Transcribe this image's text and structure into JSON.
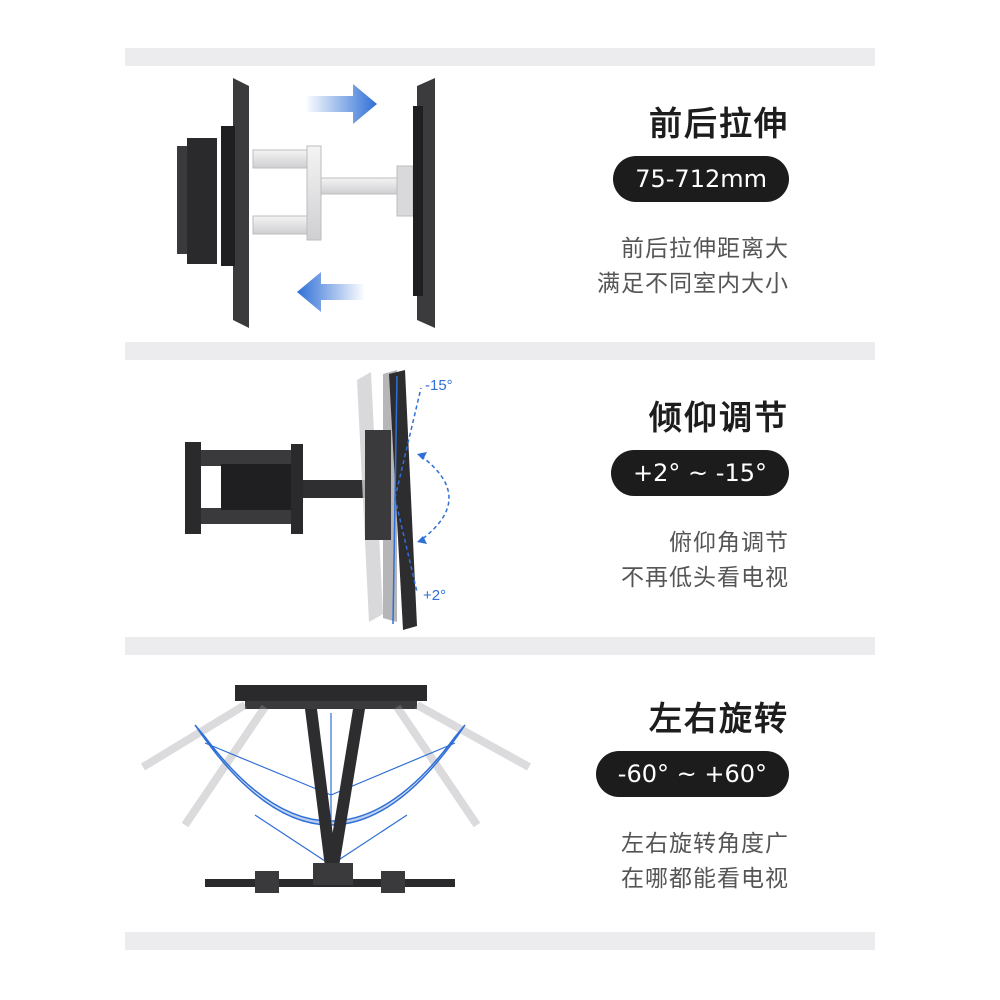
{
  "features": [
    {
      "title": "前后拉伸",
      "badge": "75-712mm",
      "desc_line1": "前后拉伸距离大",
      "desc_line2": "满足不同室内大小"
    },
    {
      "title": "倾仰调节",
      "badge": "+2° ~ -15°",
      "desc_line1": "俯仰角调节",
      "desc_line2": "不再低头看电视",
      "angle_top": "-15°",
      "angle_bottom": "+2°"
    },
    {
      "title": "左右旋转",
      "badge": "-60° ~ +60°",
      "desc_line1": "左右旋转角度广",
      "desc_line2": "在哪都能看电视"
    }
  ],
  "colors": {
    "accent_blue": "#2f6fd6",
    "band_gray": "#ececee",
    "pill_black": "#1c1c1c"
  }
}
